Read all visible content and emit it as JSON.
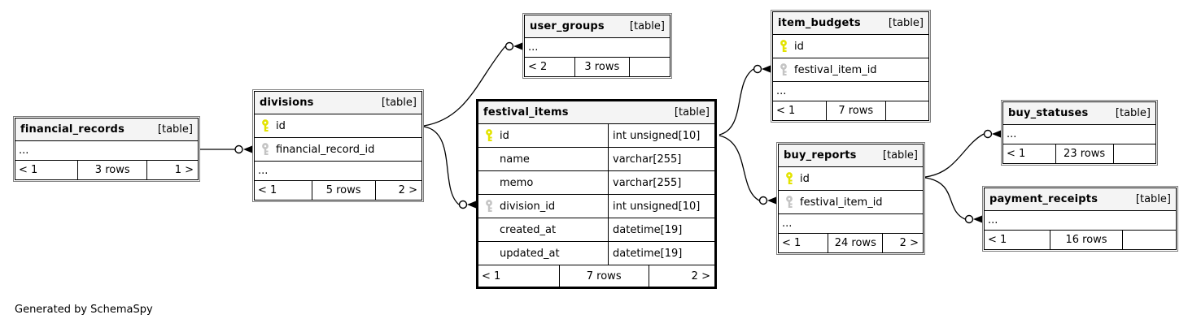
{
  "footer_note": "Generated by SchemaSpy",
  "colors": {
    "primary_key": "#e3e300",
    "foreign_key": "#c4c4c4",
    "header_bg": "#f4f4f4",
    "border": "#000000",
    "outer_border": "#7f7f7f"
  },
  "tables": [
    {
      "name": "financial_records",
      "badge": "[table]",
      "ellipsis": "...",
      "columns": [],
      "footer": {
        "left": "< 1",
        "center": "3 rows",
        "right": "1 >"
      }
    },
    {
      "name": "divisions",
      "badge": "[table]",
      "ellipsis": "...",
      "columns": [
        {
          "name": "id",
          "key": "primary"
        },
        {
          "name": "financial_record_id",
          "key": "foreign"
        }
      ],
      "footer": {
        "left": "< 1",
        "center": "5 rows",
        "right": "2 >"
      }
    },
    {
      "name": "user_groups",
      "badge": "[table]",
      "ellipsis": "...",
      "columns": [],
      "footer": {
        "left": "< 2",
        "center": "3 rows",
        "right": ""
      }
    },
    {
      "name": "festival_items",
      "badge": "[table]",
      "columns": [
        {
          "name": "id",
          "key": "primary",
          "type": "int unsigned[10]"
        },
        {
          "name": "name",
          "type": "varchar[255]"
        },
        {
          "name": "memo",
          "type": "varchar[255]"
        },
        {
          "name": "division_id",
          "key": "foreign",
          "type": "int unsigned[10]"
        },
        {
          "name": "created_at",
          "type": "datetime[19]"
        },
        {
          "name": "updated_at",
          "type": "datetime[19]"
        }
      ],
      "footer": {
        "left": "< 1",
        "center": "7 rows",
        "right": "2 >"
      }
    },
    {
      "name": "item_budgets",
      "badge": "[table]",
      "ellipsis": "...",
      "columns": [
        {
          "name": "id",
          "key": "primary"
        },
        {
          "name": "festival_item_id",
          "key": "foreign"
        }
      ],
      "footer": {
        "left": "< 1",
        "center": "7 rows",
        "right": ""
      }
    },
    {
      "name": "buy_reports",
      "badge": "[table]",
      "ellipsis": "...",
      "columns": [
        {
          "name": "id",
          "key": "primary"
        },
        {
          "name": "festival_item_id",
          "key": "foreign"
        }
      ],
      "footer": {
        "left": "< 1",
        "center": "24 rows",
        "right": "2 >"
      }
    },
    {
      "name": "buy_statuses",
      "badge": "[table]",
      "ellipsis": "...",
      "columns": [],
      "footer": {
        "left": "< 1",
        "center": "23 rows",
        "right": ""
      }
    },
    {
      "name": "payment_receipts",
      "badge": "[table]",
      "ellipsis": "...",
      "columns": [],
      "footer": {
        "left": "< 1",
        "center": "16 rows",
        "right": ""
      }
    }
  ],
  "relationships": [
    {
      "from": "financial_records",
      "to": "divisions"
    },
    {
      "from": "divisions",
      "to": "user_groups"
    },
    {
      "from": "divisions",
      "to": "festival_items"
    },
    {
      "from": "festival_items",
      "to": "item_budgets"
    },
    {
      "from": "festival_items",
      "to": "buy_reports"
    },
    {
      "from": "buy_reports",
      "to": "buy_statuses"
    },
    {
      "from": "buy_reports",
      "to": "payment_receipts"
    }
  ]
}
